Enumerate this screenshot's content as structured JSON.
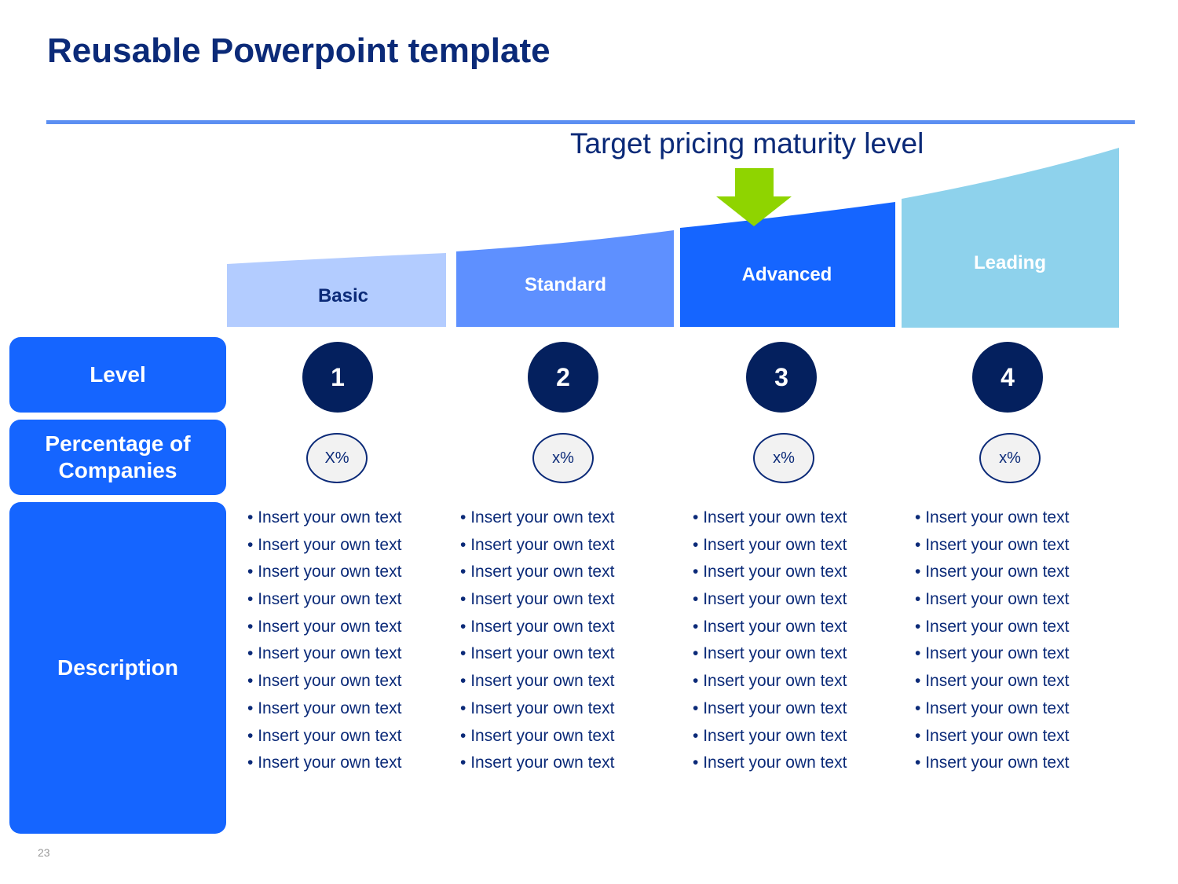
{
  "slide": {
    "title": "Reusable Powerpoint template",
    "page_number": "23"
  },
  "target": {
    "label": "Target pricing maturity level",
    "arrow_color": "#8fd400"
  },
  "stages": [
    {
      "label": "Basic",
      "color": "#b3ccff",
      "text_color": "#0b2a78"
    },
    {
      "label": "Standard",
      "color": "#5e90ff",
      "text_color": "#ffffff"
    },
    {
      "label": "Advanced",
      "color": "#1565ff",
      "text_color": "#ffffff"
    },
    {
      "label": "Leading",
      "color": "#8ed2ec",
      "text_color": "#ffffff"
    }
  ],
  "row_labels": {
    "level": "Level",
    "percentage": "Percentage of Companies",
    "description": "Description"
  },
  "levels": [
    "1",
    "2",
    "3",
    "4"
  ],
  "percentages": [
    "X%",
    "x%",
    "x%",
    "x%"
  ],
  "descriptions": [
    [
      "Insert your own text",
      "Insert your own text",
      "Insert your own text",
      "Insert your own text",
      "Insert your own text",
      "Insert your own text",
      "Insert your own text",
      "Insert your own text",
      "Insert your own text",
      "Insert your own text"
    ],
    [
      "Insert your own text",
      "Insert your own text",
      "Insert your own text",
      "Insert your own text",
      "Insert your own text",
      "Insert your own text",
      "Insert your own text",
      "Insert your own text",
      "Insert your own text",
      "Insert your own text"
    ],
    [
      "Insert your own text",
      "Insert your own text",
      "Insert your own text",
      "Insert your own text",
      "Insert your own text",
      "Insert your own text",
      "Insert your own text",
      "Insert your own text",
      "Insert your own text",
      "Insert your own text"
    ],
    [
      "Insert your own text",
      "Insert your own text",
      "Insert your own text",
      "Insert your own text",
      "Insert your own text",
      "Insert your own text",
      "Insert your own text",
      "Insert your own text",
      "Insert your own text",
      "Insert your own text"
    ]
  ],
  "colors": {
    "title": "#0b2a78",
    "rule": "#5c8ff2",
    "row_label_bg": "#1565ff",
    "level_circle": "#04205e"
  }
}
